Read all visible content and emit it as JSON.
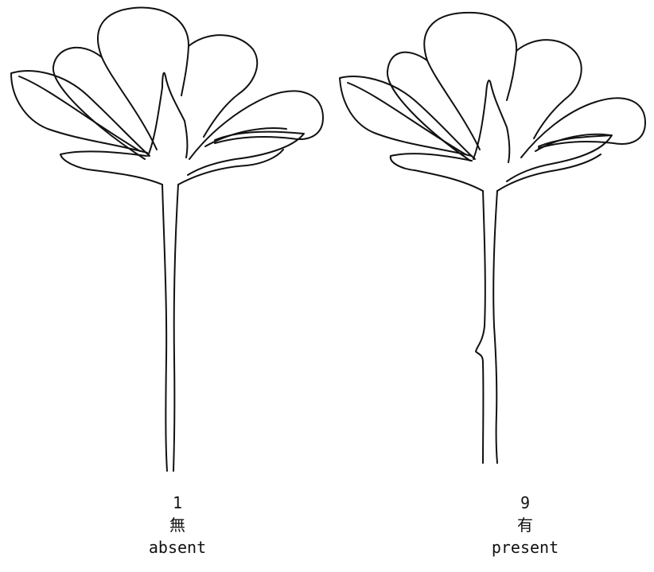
{
  "figure": {
    "background": "#ffffff",
    "line_color": "#111111",
    "panels": [
      {
        "code": "1",
        "label_native": "無",
        "label_english": "absent",
        "stem_thickening": false
      },
      {
        "code": "9",
        "label_native": "有",
        "label_english": "present",
        "stem_thickening": true
      }
    ]
  }
}
